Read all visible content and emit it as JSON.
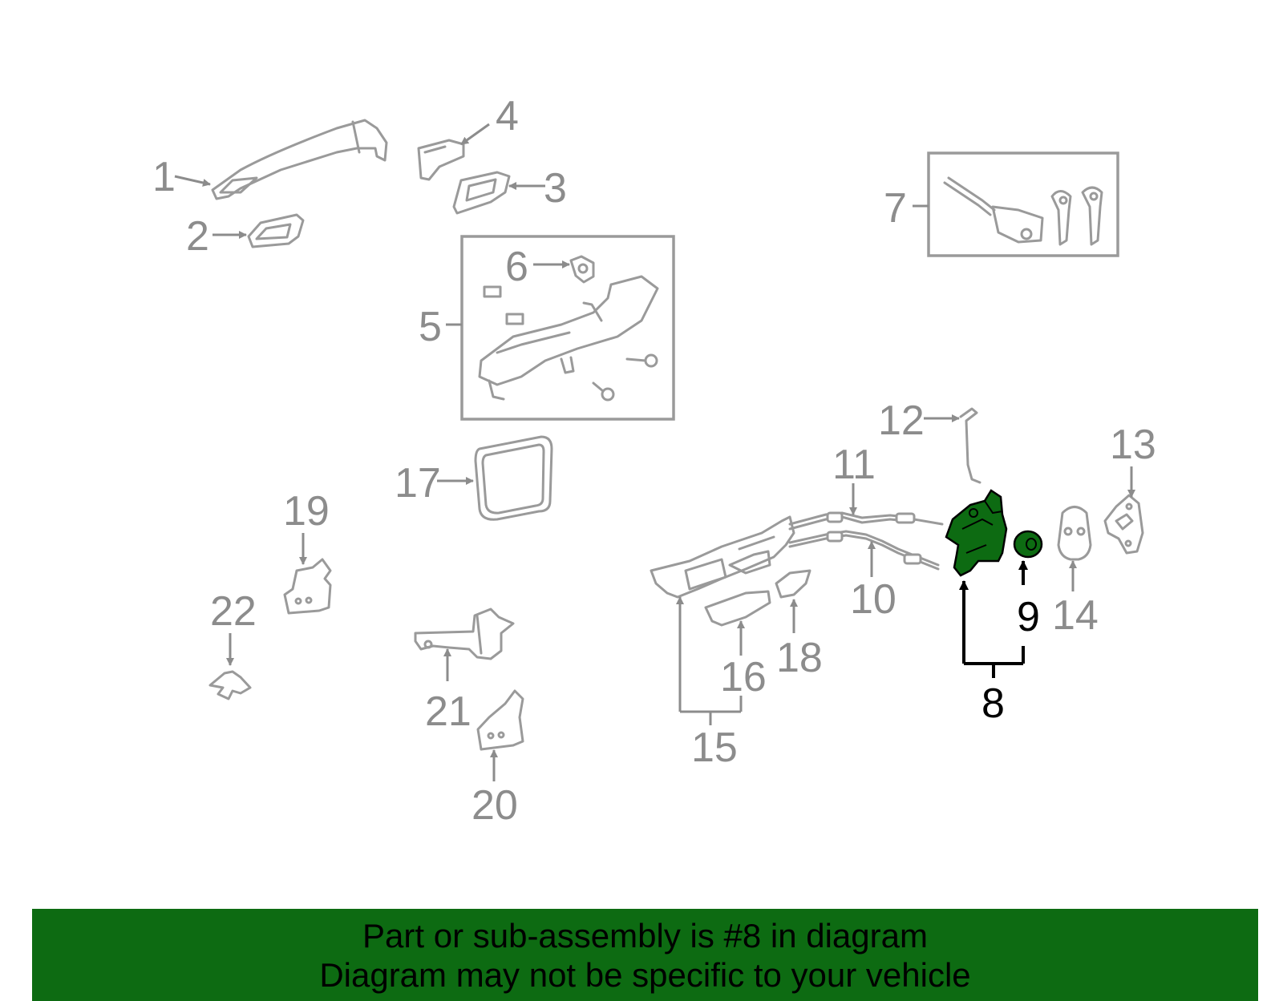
{
  "diagram": {
    "highlight_color": "#0d6b12",
    "labels": {
      "p1": "1",
      "p2": "2",
      "p3": "3",
      "p4": "4",
      "p5": "5",
      "p6": "6",
      "p7": "7",
      "p8": "8",
      "p9": "9",
      "p10": "10",
      "p11": "11",
      "p12": "12",
      "p13": "13",
      "p14": "14",
      "p15": "15",
      "p16": "16",
      "p17": "17",
      "p18": "18",
      "p19": "19",
      "p20": "20",
      "p21": "21",
      "p22": "22"
    },
    "highlighted_part": "8"
  },
  "banner": {
    "line1": "Part or sub-assembly is #8 in diagram",
    "line2": "Diagram may not be specific to your vehicle",
    "color": "#0d6b12"
  }
}
